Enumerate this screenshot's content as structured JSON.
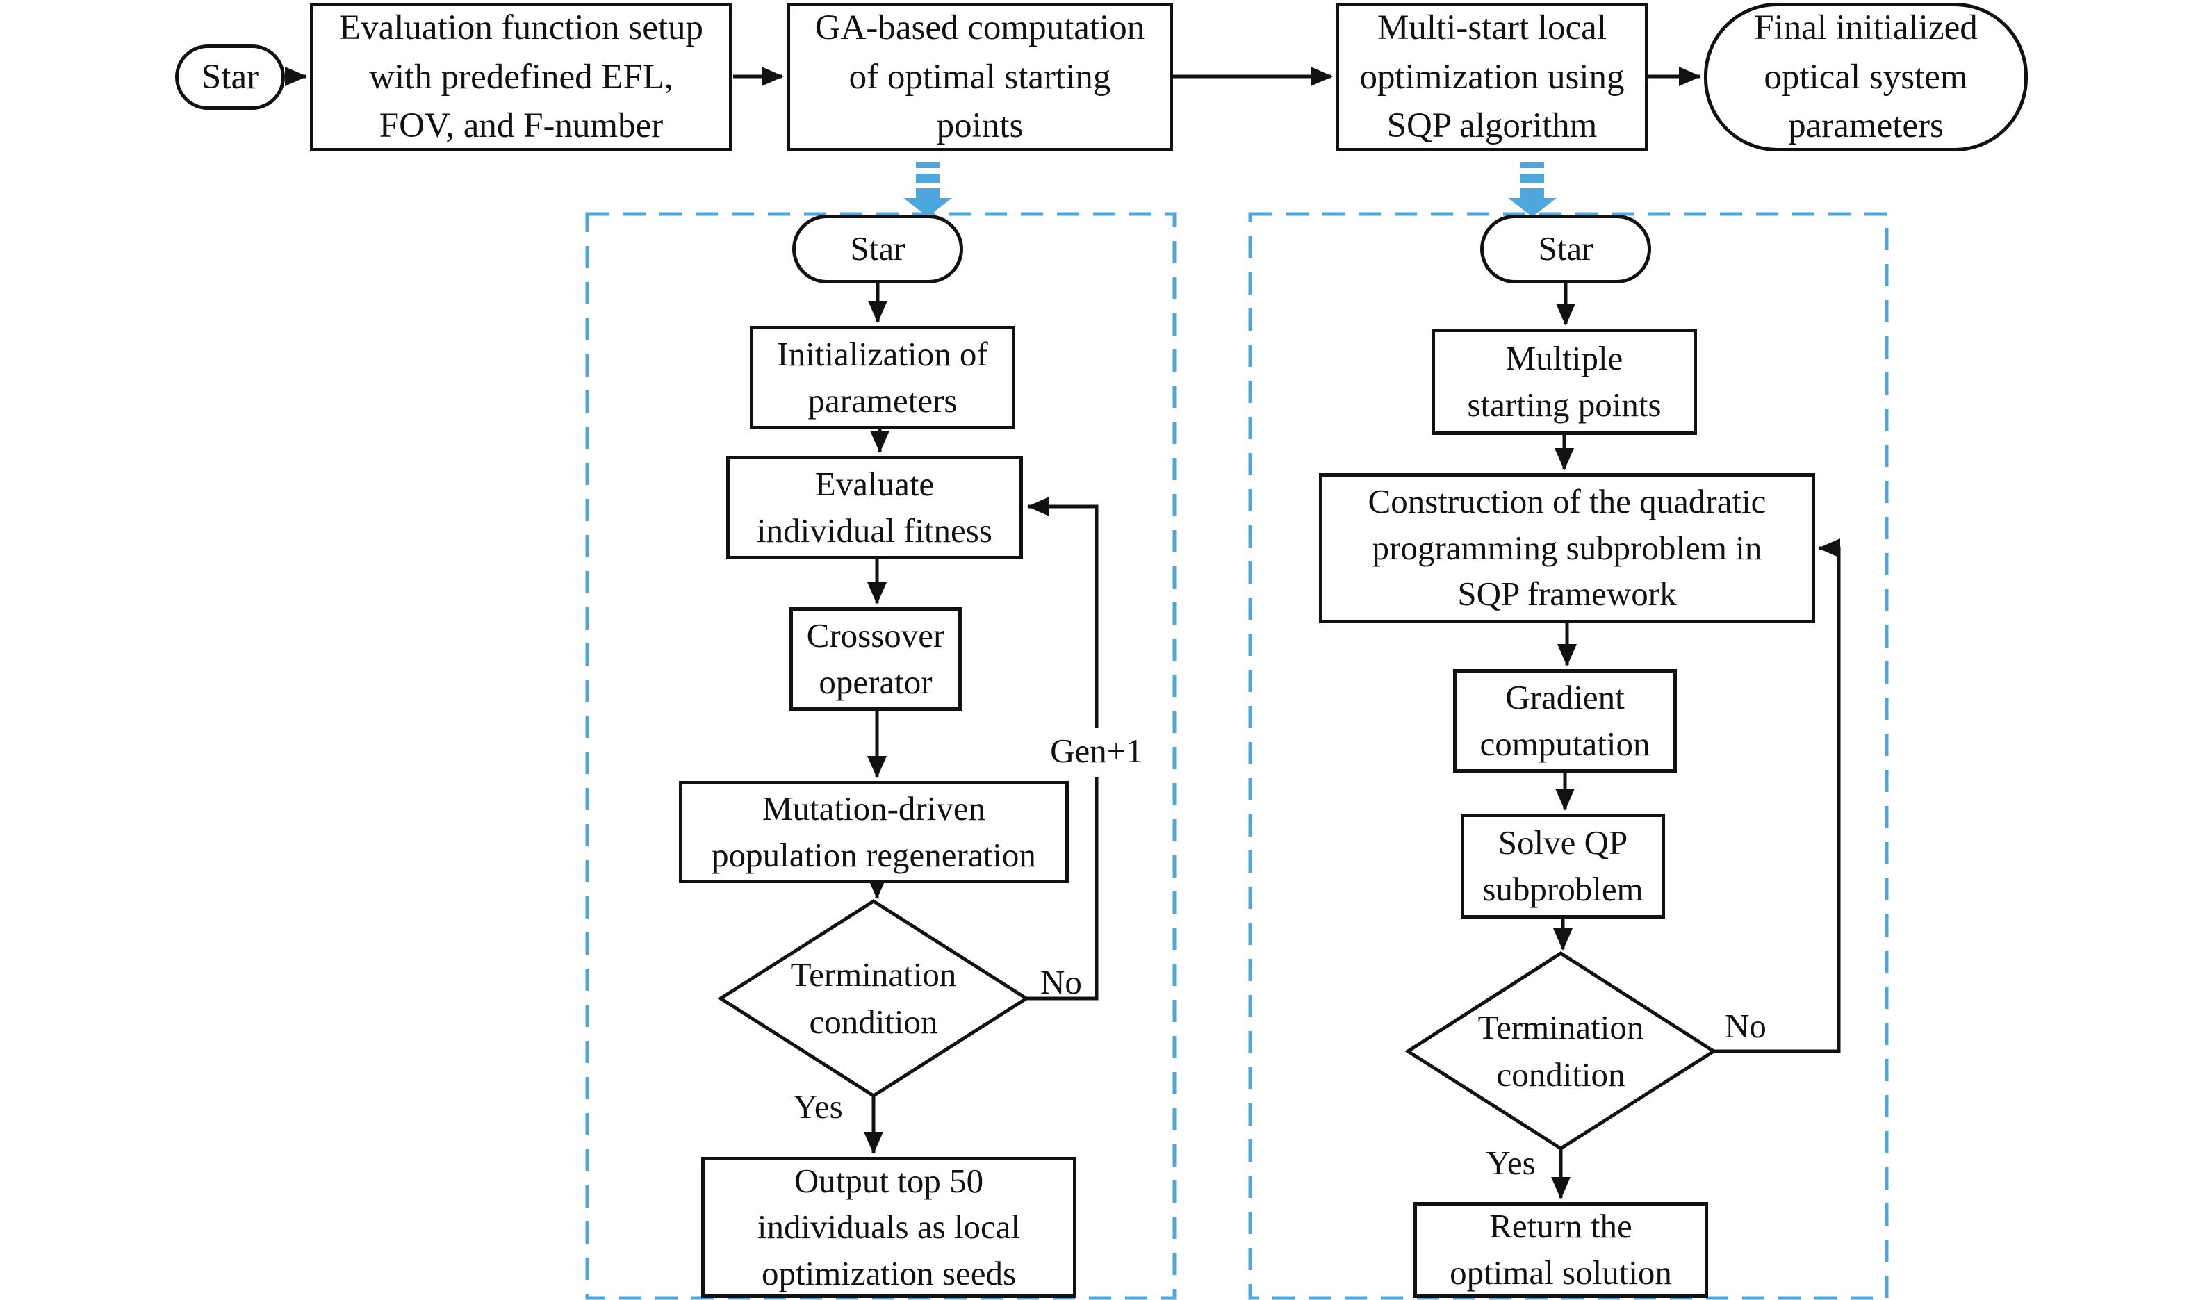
{
  "colors": {
    "accent_blue": "#4DA6DC",
    "line_black": "#111111",
    "background": "#ffffff"
  },
  "top_row": {
    "start_label": "Star",
    "step1_label": "Evaluation function setup\nwith predefined EFL,\nFOV, and F-number",
    "step2_label": "GA-based computation\nof optimal starting\npoints",
    "step3_label": "Multi-start local\noptimization using\nSQP algorithm",
    "end_label": "Final initialized\noptical system\nparameters"
  },
  "ga_panel": {
    "start_label": "Star",
    "init_label": "Initialization of\nparameters",
    "evaluate_label": "Evaluate\nindividual fitness",
    "crossover_label": "Crossover\noperator",
    "mutation_label": "Mutation-driven\npopulation regeneration",
    "decision_label": "Termination\ncondition",
    "no_label": "No",
    "yes_label": "Yes",
    "loop_label": "Gen+1",
    "output_label": "Output top 50\nindividuals as local\noptimization seeds"
  },
  "sqp_panel": {
    "start_label": "Star",
    "multi_label": "Multiple\nstarting points",
    "construction_label": "Construction of the quadratic\nprogramming subproblem in\nSQP framework",
    "gradient_label": "Gradient\ncomputation",
    "solve_label": "Solve QP\nsubproblem",
    "decision_label": "Termination\ncondition",
    "no_label": "No",
    "yes_label": "Yes",
    "return_label": "Return the\noptimal solution"
  }
}
